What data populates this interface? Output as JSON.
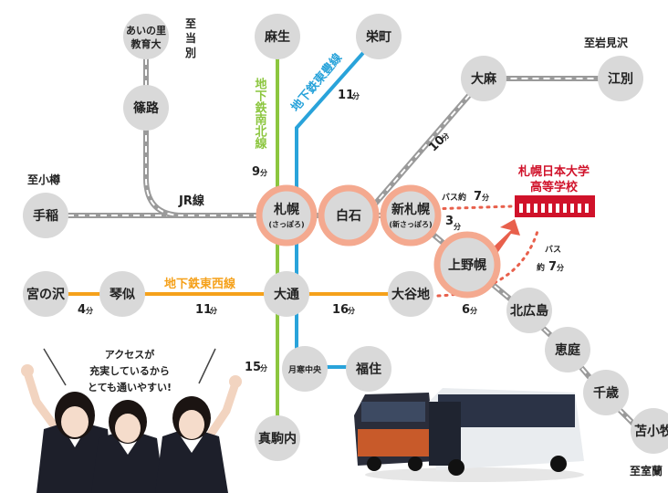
{
  "lines": {
    "jr": "JR線",
    "tozai": "地下鉄東西線",
    "nanboku": "地下鉄南北線",
    "toho": "地下鉄東豊線"
  },
  "colors": {
    "tozai": "#f5a11b",
    "nanboku": "#8cc63f",
    "toho": "#29a3da",
    "bus": "#e8604c",
    "school": "#d0122a"
  },
  "stations": {
    "asabu": "麻生",
    "sakaemachi": "栄町",
    "ainosato_1": "あいの里",
    "ainosato_2": "教育大",
    "shinoro": "篠路",
    "oasa": "大麻",
    "ebetsu": "江別",
    "teine": "手稲",
    "sapporo": "札幌",
    "sapporo_kana": "(さっぽろ)",
    "shiroishi": "白石",
    "shinsapporo": "新札幌",
    "shinsapporo_kana": "(新さっぽろ)",
    "kamínopporo": "上野幌",
    "miyanosawa": "宮の沢",
    "kotoni": "琴似",
    "odori": "大通",
    "oyachi": "大谷地",
    "kitahiroshima": "北広島",
    "eniwa": "恵庭",
    "chitose": "千歳",
    "tomakomai": "苫小牧",
    "tsukisamuchuo": "月寒中央",
    "fukuzumi": "福住",
    "makomanai": "真駒内"
  },
  "destinations": {
    "to_toubetsu_1": "至",
    "to_toubetsu_2": "当",
    "to_toubetsu_3": "別",
    "to_otaru": "至小樽",
    "to_iwamizawa": "至岩見沢",
    "to_muroran": "至室蘭"
  },
  "times": {
    "toho": "11",
    "nanboku": "9",
    "jr_oasa": "10",
    "jr_kamino": "3",
    "miyanosawa": "4",
    "kotoni": "11",
    "odori_oyachi": "16",
    "oyachi": "6",
    "odori_makomanai": "15",
    "unit": "分"
  },
  "bus": {
    "label_a": "バス約",
    "num_a": "7",
    "unit_a": "分",
    "label_b": "バス",
    "label_b2": "約",
    "num_b": "7",
    "unit_b": "分"
  },
  "school": {
    "line1": "札幌日本大学",
    "line2": "高等学校"
  },
  "bubble": {
    "line1": "アクセスが",
    "line2": "充実しているから",
    "line3": "とても通いやすい!"
  }
}
